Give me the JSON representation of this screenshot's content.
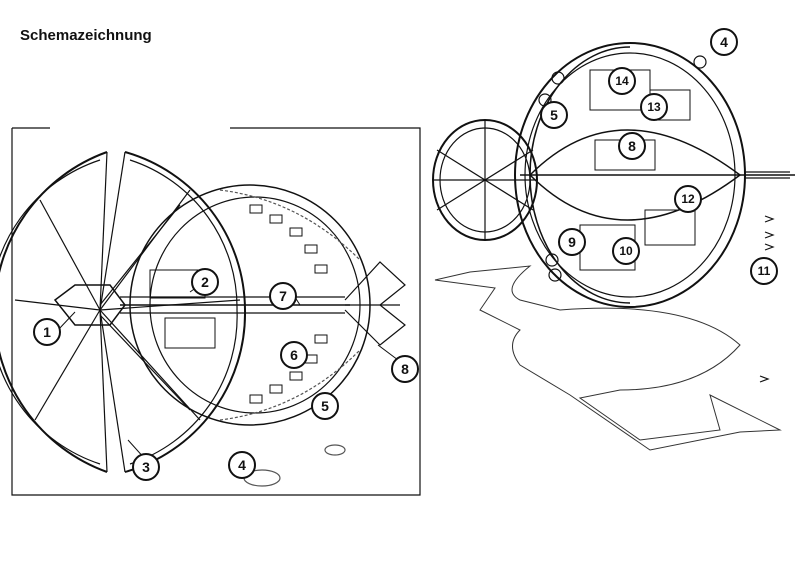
{
  "title": "Schemazeichnung",
  "callouts_left": [
    "1",
    "2",
    "3",
    "4",
    "5",
    "6",
    "7",
    "8"
  ],
  "callouts_right": [
    "4",
    "5",
    "8",
    "9",
    "10",
    "11",
    "12",
    "13",
    "14"
  ],
  "colors": {
    "line": "#111111",
    "background": "#ffffff",
    "shadow": "#555555"
  }
}
